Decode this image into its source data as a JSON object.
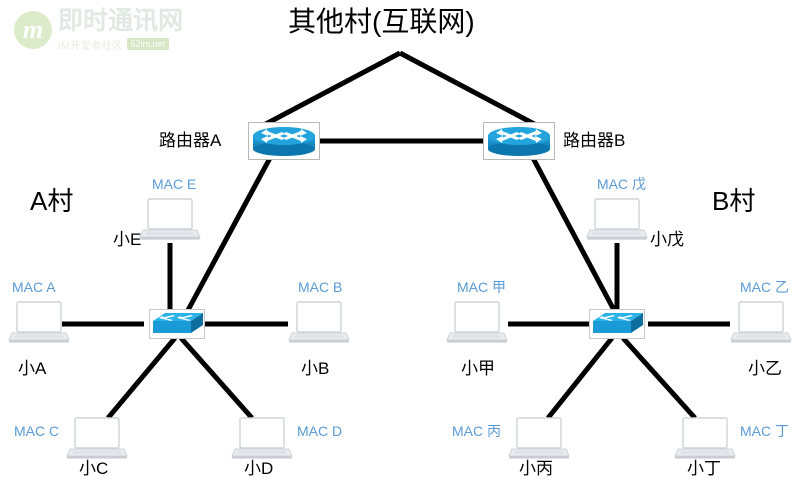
{
  "watermark": {
    "badge": "m",
    "site_name": "即时通讯网",
    "tagline": "IM开发者社区",
    "url": "52im.net"
  },
  "diagram": {
    "title": "其他村(互联网)",
    "village_left": "A村",
    "village_right": "B村",
    "routers": [
      {
        "id": "router-a",
        "label": "路由器A"
      },
      {
        "id": "router-b",
        "label": "路由器B"
      }
    ],
    "switches": [
      {
        "id": "switch-a",
        "label": ""
      },
      {
        "id": "switch-b",
        "label": ""
      }
    ],
    "hosts": [
      {
        "id": "host-e",
        "mac": "MAC E",
        "name": "小E",
        "village": "A村"
      },
      {
        "id": "host-a",
        "mac": "MAC A",
        "name": "小A",
        "village": "A村"
      },
      {
        "id": "host-b",
        "mac": "MAC B",
        "name": "小B",
        "village": "A村"
      },
      {
        "id": "host-c",
        "mac": "MAC C",
        "name": "小C",
        "village": "A村"
      },
      {
        "id": "host-d",
        "mac": "MAC D",
        "name": "小D",
        "village": "A村"
      },
      {
        "id": "host-wu",
        "mac": "MAC 戊",
        "name": "小戊",
        "village": "B村"
      },
      {
        "id": "host-jia",
        "mac": "MAC 甲",
        "name": "小甲",
        "village": "B村"
      },
      {
        "id": "host-yi",
        "mac": "MAC 乙",
        "name": "小乙",
        "village": "B村"
      },
      {
        "id": "host-bing",
        "mac": "MAC 丙",
        "name": "小丙",
        "village": "B村"
      },
      {
        "id": "host-ding",
        "mac": "MAC 丁",
        "name": "小丁",
        "village": "B村"
      }
    ],
    "colors": {
      "mac_label": "#5b9bd5",
      "link": "#000000",
      "device_blue": "#1a9ad7",
      "device_blue_dark": "#0f76ab",
      "background": "#ffffff"
    }
  }
}
